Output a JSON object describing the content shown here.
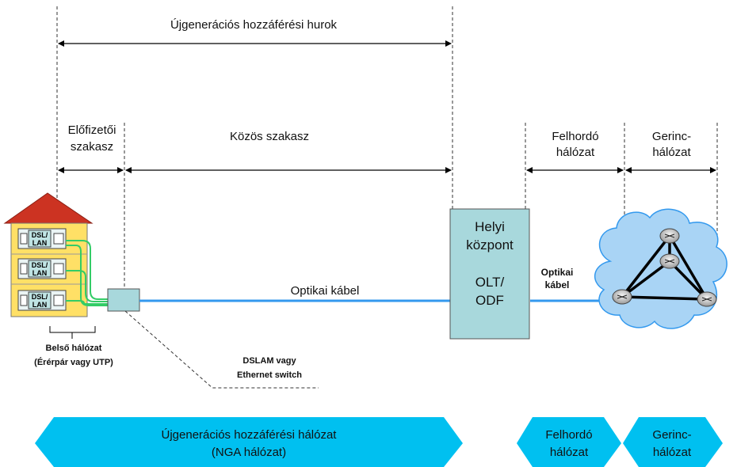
{
  "labels": {
    "top_loop": "Újgenerációs hozzáférési hurok",
    "subscriber_section_1": "Előfizetői",
    "subscriber_section_2": "szakasz",
    "common_section": "Közös szakasz",
    "backhaul_top_1": "Felhordó",
    "backhaul_top_2": "hálózat",
    "core_top_1": "Gerinc-",
    "core_top_2": "hálózat",
    "central_office_1": "Helyi",
    "central_office_2": "központ",
    "central_office_3": "OLT/",
    "central_office_4": "ODF",
    "fiber_cable": "Optikai kábel",
    "fiber_cable_bold_1": "Optikai",
    "fiber_cable_bold_2": "kábel",
    "inhouse_1": "Belső hálózat",
    "inhouse_2": "(Érérpár vagy UTP)",
    "dslam_1": "DSLAM vagy",
    "dslam_2": "Ethernet switch",
    "window_label_1": "DSL/",
    "window_label_2": "LAN"
  },
  "bands": {
    "nga_1": "Újgenerációs hozzáférési hálózat",
    "nga_2": "(NGA hálózat)",
    "backhaul_1": "Felhordó",
    "backhaul_2": "hálózat",
    "core_1": "Gerinc-",
    "core_2": "hálózat"
  },
  "colors": {
    "band": "#00c0f0",
    "cabinet": "#a8d8dc",
    "fiber": "#3399ee",
    "roof": "#cc3322",
    "house": "#ffe066",
    "cloud": "#a9d4f5",
    "green_wire": "#33cc66"
  }
}
